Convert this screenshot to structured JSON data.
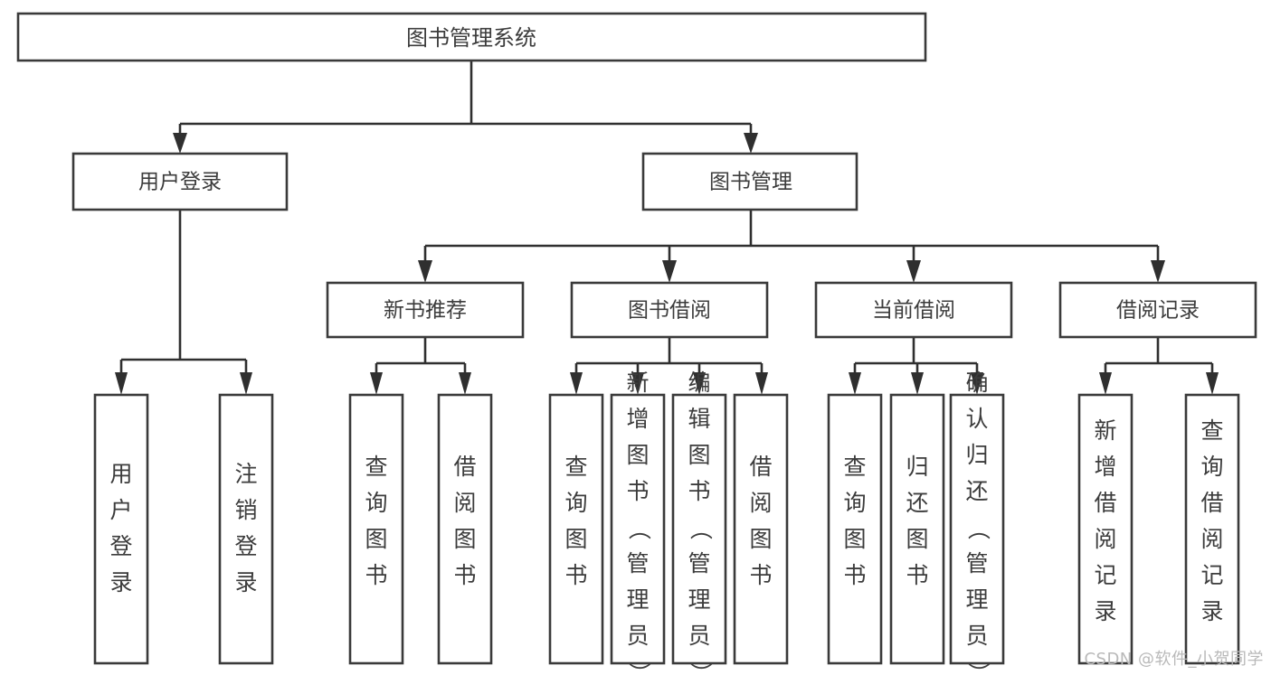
{
  "diagram": {
    "type": "tree",
    "title": "图书管理系统",
    "orientation": "top-down",
    "colors": {
      "box_stroke": "#3a3a3a",
      "box_fill": "#ffffff",
      "connector": "#2f2f2f",
      "text": "#3c3c3c",
      "background": "#ffffff",
      "watermark": "#b9b9b9"
    },
    "root": {
      "label": "图书管理系统"
    },
    "level2": [
      {
        "label": "用户登录"
      },
      {
        "label": "图书管理"
      }
    ],
    "level3": [
      {
        "label": "新书推荐"
      },
      {
        "label": "图书借阅"
      },
      {
        "label": "当前借阅"
      },
      {
        "label": "借阅记录"
      }
    ],
    "leaves": {
      "user_login": [
        {
          "label": "用户登录"
        },
        {
          "label": "注销登录"
        }
      ],
      "new_book_recommend": [
        {
          "label": "查询图书"
        },
        {
          "label": "借阅图书"
        }
      ],
      "book_borrow": [
        {
          "label": "查询图书"
        },
        {
          "label": "新增图书（管理员）"
        },
        {
          "label": "编辑图书（管理员）"
        },
        {
          "label": "借阅图书"
        }
      ],
      "current_borrow": [
        {
          "label": "查询图书"
        },
        {
          "label": "归还图书"
        },
        {
          "label": "确认归还（管理员）"
        }
      ],
      "borrow_record": [
        {
          "label": "新增借阅记录"
        },
        {
          "label": "查询借阅记录"
        }
      ]
    }
  },
  "watermark": {
    "text": "CSDN @软件_小贺同学"
  }
}
